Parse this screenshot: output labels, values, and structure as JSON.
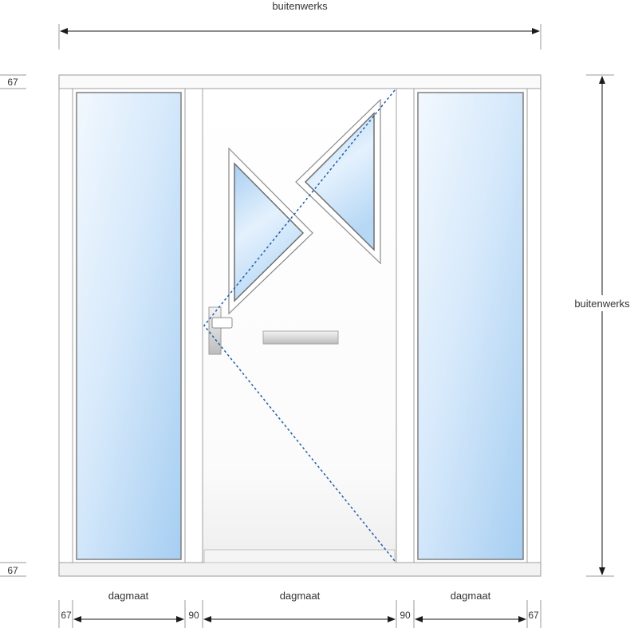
{
  "labels": {
    "top_width": "buitenwerks",
    "right_height": "buitenwerks",
    "frame_top": "67",
    "frame_bottom": "67",
    "bottom_left_frame": "67",
    "bottom_mullion_left": "90",
    "bottom_mullion_right": "90",
    "bottom_right_frame": "67",
    "daylight_left": "dagmaat",
    "daylight_center": "dagmaat",
    "daylight_right": "dagmaat"
  },
  "colors": {
    "glass_light": "#eef6fd",
    "glass_dark": "#9fcaf0",
    "frame": "#ffffff",
    "frame_stroke": "#9a9a9a",
    "hinge_line": "#1f5fa8",
    "dimension_line": "#1a1a1a"
  },
  "icons": {
    "door_handle": "handle-icon",
    "letterbox": "letterbox-icon"
  }
}
